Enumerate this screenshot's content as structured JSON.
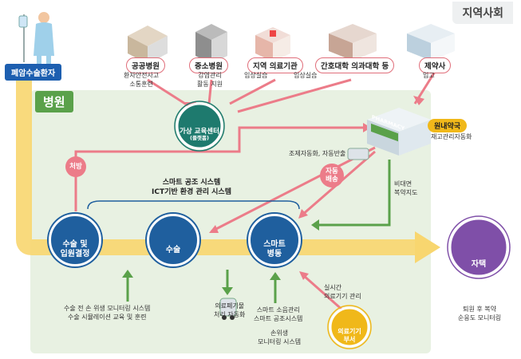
{
  "region_tag": "지역사회",
  "patient_label": "폐암수술환자",
  "hospital_tag": "병원",
  "institutions": [
    {
      "label": "공공병원",
      "note": "환자안전사고\n소통훈련"
    },
    {
      "label": "중소병원",
      "note": "감염관리\n활동 지원"
    },
    {
      "label": "지역 의료기관",
      "note": "임상실습"
    },
    {
      "label": "간호대학 의과대학 등",
      "note": "임상실습"
    },
    {
      "label": "제약사",
      "note": "입고"
    }
  ],
  "edu_center": {
    "label": "가상 교육센터",
    "sub": "(플랫폼)"
  },
  "pharmacy": {
    "label": "원내약국",
    "note": "재고관리자동화",
    "sign": "PHARMACY"
  },
  "prescription": "처방",
  "auto_transport": "자동\n배송",
  "compound": "조제자동화, 자동반출",
  "contactless": "비대면\n복약지도",
  "smart_system": "스마트 공조 시스템\nICT기반 환경 관리 시스템",
  "nodes": [
    {
      "label": "수술 및\n입원결정"
    },
    {
      "label": "수술"
    },
    {
      "label": "스마트\n병동"
    }
  ],
  "home": {
    "label": "자택",
    "note": "퇴원 후 복약\n순응도 모니터링"
  },
  "bottom_notes": {
    "surgery_pre": "수술 전 손 위생 모니터링 시스템\n수술 시뮬레이션 교육 및 훈련",
    "waste": "의료폐기물\n처리 자동화",
    "smart_disinfect": "스마트 소음관리\n스마트 공조시스템",
    "hand_hygiene": "손위생\n모니터링 시스템",
    "realtime": "실시간\n의료기기 관리",
    "device_dept": "의료기기\n부서"
  },
  "colors": {
    "yellow_arrow": "#f8d66f",
    "pink": "#ec7c89",
    "green": "#5aa14a",
    "blue": "#1f5f9e",
    "hospital_bg": "#e8f1e2",
    "gold": "#f0b81a",
    "purple": "#7f4fa8"
  }
}
